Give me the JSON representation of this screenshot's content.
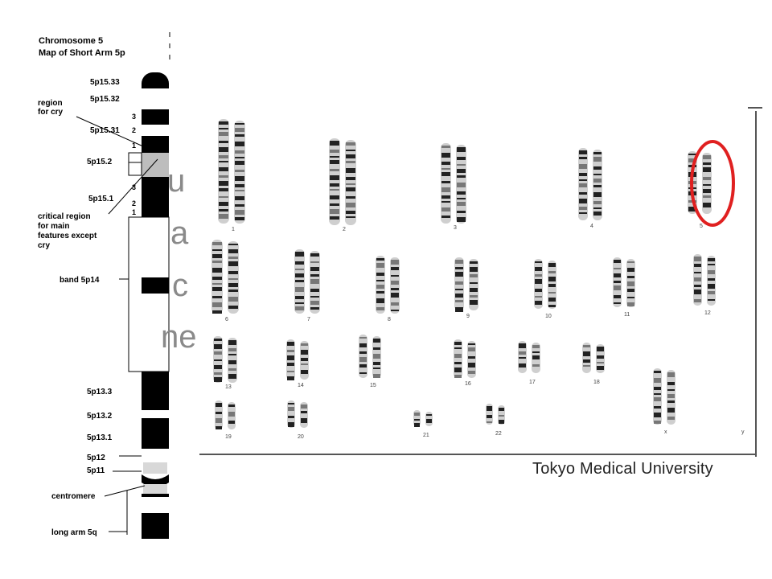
{
  "map": {
    "title_line1": "Chromosome 5",
    "title_line2": "Map of Short Arm 5p",
    "bands": [
      {
        "label": "5p15.33"
      },
      {
        "label": "5p15.32"
      },
      {
        "label": "5p15.31"
      },
      {
        "label": "5p15.2"
      },
      {
        "label": "5p15.1"
      },
      {
        "label": "band 5p14"
      },
      {
        "label": "5p13.3"
      },
      {
        "label": "5p13.2"
      },
      {
        "label": "5p13.1"
      },
      {
        "label": "5p12"
      },
      {
        "label": "5p11"
      }
    ],
    "sub_bands": [
      "3",
      "2",
      "1",
      "3",
      "2",
      "1"
    ],
    "region_cry": "region\nfor cry",
    "critical_region": "critical region\nfor main\nfeatures except\ncry",
    "centromere": "centromere",
    "long_arm": "long arm 5q"
  },
  "background_text": [
    "u",
    "a",
    "c",
    "ne"
  ],
  "karyotype": {
    "pair_labels": [
      "1",
      "2",
      "3",
      "4",
      "5",
      "6",
      "7",
      "8",
      "9",
      "10",
      "11",
      "12",
      "13",
      "14",
      "15",
      "16",
      "17",
      "18",
      "19",
      "20",
      "21",
      "22",
      "x",
      "y"
    ],
    "highlighted_pair": "5",
    "highlight_color": "#e02020",
    "credit": "Tokyo Medical University"
  }
}
